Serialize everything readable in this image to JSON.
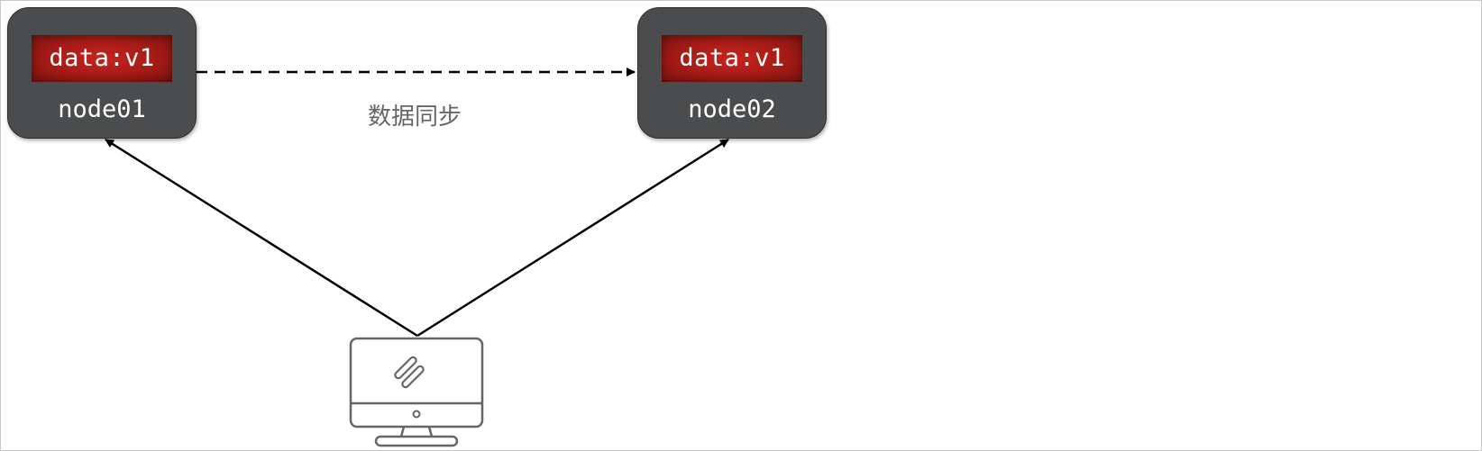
{
  "nodes": [
    {
      "name": "node01",
      "data_label": "data:v1"
    },
    {
      "name": "node02",
      "data_label": "data:v1"
    }
  ],
  "sync": {
    "label": "数据同步",
    "style": "dashed"
  },
  "client": {
    "icon": "monitor-icon"
  },
  "colors": {
    "node_fill": "#4a4c4e",
    "data_chip": "#b01e18",
    "text_light": "#ffffff",
    "label_gray": "#666666",
    "line": "#000000",
    "icon_stroke": "#666666"
  }
}
